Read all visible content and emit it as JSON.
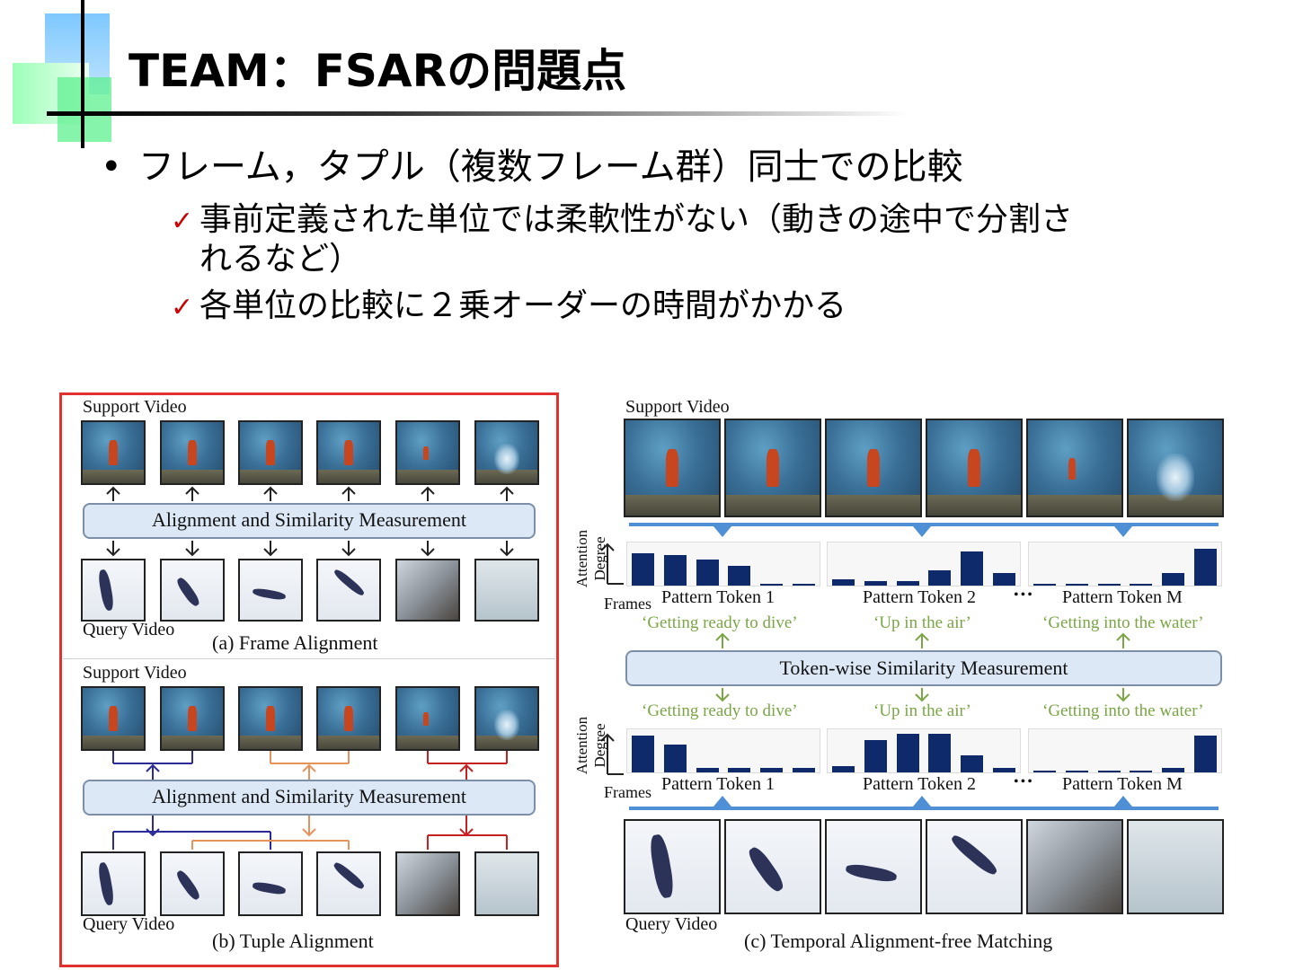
{
  "slide": {
    "title": "TEAM：FSARの問題点",
    "bullet": "フレーム，タプル（複数フレーム群）同士での比較",
    "sub1_line1": "事前定義された単位では柔軟性がない（動きの途中で分割さ",
    "sub1_line2": "れるなど）",
    "sub2": "各単位の比較に２乗オーダーの時間がかかる",
    "check_glyph": "✓",
    "bullet_glyph": "•"
  },
  "figure": {
    "left_box_color": "#e03030",
    "support_video": "Support Video",
    "query_video": "Query Video",
    "align_measure": "Alignment and Similarity Measurement",
    "caption_a": "(a) Frame Alignment",
    "caption_b": "(b) Tuple Alignment",
    "caption_c": "(c) Temporal Alignment-free Matching",
    "token_measure": "Token-wise Similarity Measurement",
    "attention_degree_1": "Attention",
    "attention_degree_2": "Degree",
    "frames": "Frames",
    "ellipsis": "•••",
    "pattern_tokens": [
      "Pattern Token 1",
      "Pattern Token 2",
      "Pattern Token M"
    ],
    "quotes": [
      "‘Getting ready to dive’",
      "‘Up in the air’",
      "‘Getting into the water’"
    ],
    "colors": {
      "bar": "#0e2a6b",
      "arrow_blue": "#4f8fd6",
      "quote_green": "#7aa646",
      "tuple_blue": "#2a2a9c",
      "tuple_orange": "#e8915a",
      "tuple_red": "#c82020"
    }
  },
  "chart_data": [
    {
      "type": "bar",
      "label": "Pattern Token 1 (support)",
      "values": [
        0.75,
        0.7,
        0.6,
        0.45,
        0.05,
        0.05
      ]
    },
    {
      "type": "bar",
      "label": "Pattern Token 2 (support)",
      "values": [
        0.15,
        0.1,
        0.1,
        0.35,
        0.8,
        0.3
      ]
    },
    {
      "type": "bar",
      "label": "Pattern Token M (support)",
      "values": [
        0.05,
        0.05,
        0.05,
        0.05,
        0.3,
        0.85
      ]
    },
    {
      "type": "bar",
      "label": "Pattern Token 1 (query)",
      "values": [
        0.85,
        0.65,
        0.1,
        0.1,
        0.1,
        0.1
      ]
    },
    {
      "type": "bar",
      "label": "Pattern Token 2 (query)",
      "values": [
        0.15,
        0.75,
        0.9,
        0.9,
        0.4,
        0.1
      ]
    },
    {
      "type": "bar",
      "label": "Pattern Token M (query)",
      "values": [
        0.05,
        0.05,
        0.05,
        0.05,
        0.1,
        0.85
      ]
    }
  ]
}
